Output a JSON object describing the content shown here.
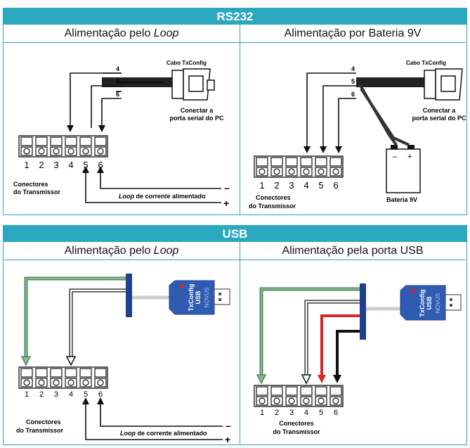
{
  "rs232": {
    "title": "RS232",
    "left": {
      "subtitle_prefix": "Alimentação pelo ",
      "subtitle_em": "Loop",
      "wires": [
        "4",
        "5",
        "6"
      ],
      "cable_label": "Cabo TxConfig",
      "connect_line1": "Conectar a",
      "connect_line2": "porta serial do PC",
      "terminals": [
        "1",
        "2",
        "3",
        "4",
        "5",
        "6"
      ],
      "connectors_line1": "Conectores",
      "connectors_line2": "do Transmissor",
      "loop_em": "Loop",
      "loop_rest": " de corrente alimentado",
      "minus": "–",
      "plus": "+"
    },
    "right": {
      "subtitle": "Alimentação por Bateria 9V",
      "wires": [
        "4",
        "5",
        "6"
      ],
      "cable_label": "Cabo TxConfig",
      "connect_line1": "Conectar a",
      "connect_line2": "porta serial do PC",
      "terminals": [
        "1",
        "2",
        "3",
        "4",
        "5",
        "6"
      ],
      "connectors_line1": "Conectores",
      "connectors_line2": "do Transmissor",
      "battery_label": "Bateria 9V",
      "battery_minus": "–",
      "battery_plus": "+"
    }
  },
  "usb": {
    "title": "USB",
    "left": {
      "subtitle_prefix": "Alimentação pelo ",
      "subtitle_em": "Loop",
      "device_line1": "TxConfig",
      "device_line2": "USB",
      "brand": "NOVUS",
      "terminals": [
        "1",
        "2",
        "3",
        "4",
        "5",
        "6"
      ],
      "connectors_line1": "Conectores",
      "connectors_line2": "do Transmissor",
      "loop_em": "Loop",
      "loop_rest": " de corrente alimentado",
      "minus": "–",
      "plus": "+"
    },
    "right": {
      "subtitle": "Alimentação pela porta USB",
      "device_line1": "TxConfig",
      "device_line2": "USB",
      "brand": "NOVUS",
      "terminals": [
        "1",
        "2",
        "3",
        "4",
        "5",
        "6"
      ],
      "connectors_line1": "Conectores",
      "connectors_line2": "do Transmissor"
    }
  },
  "colors": {
    "accent": "#2ba8c0",
    "wire_green": "#4e8a5e",
    "wire_red": "#d8262b",
    "connector_blue": "#1f3f8f"
  }
}
